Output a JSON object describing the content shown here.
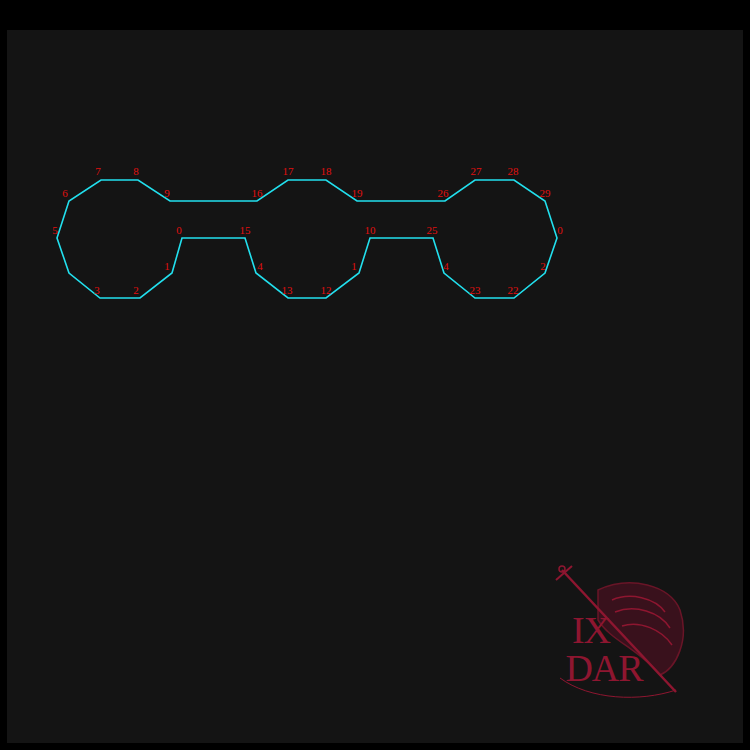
{
  "diagram": {
    "labels": [
      "7",
      "8",
      "17",
      "18",
      "27",
      "28",
      "6",
      "9",
      "16",
      "19",
      "26",
      "29",
      "5",
      "0",
      "15",
      "10",
      "25",
      "0",
      "1",
      "4",
      "1",
      "4",
      "2",
      "3",
      "2",
      "13",
      "12",
      "23",
      "22",
      "IX",
      "DAR"
    ]
  }
}
